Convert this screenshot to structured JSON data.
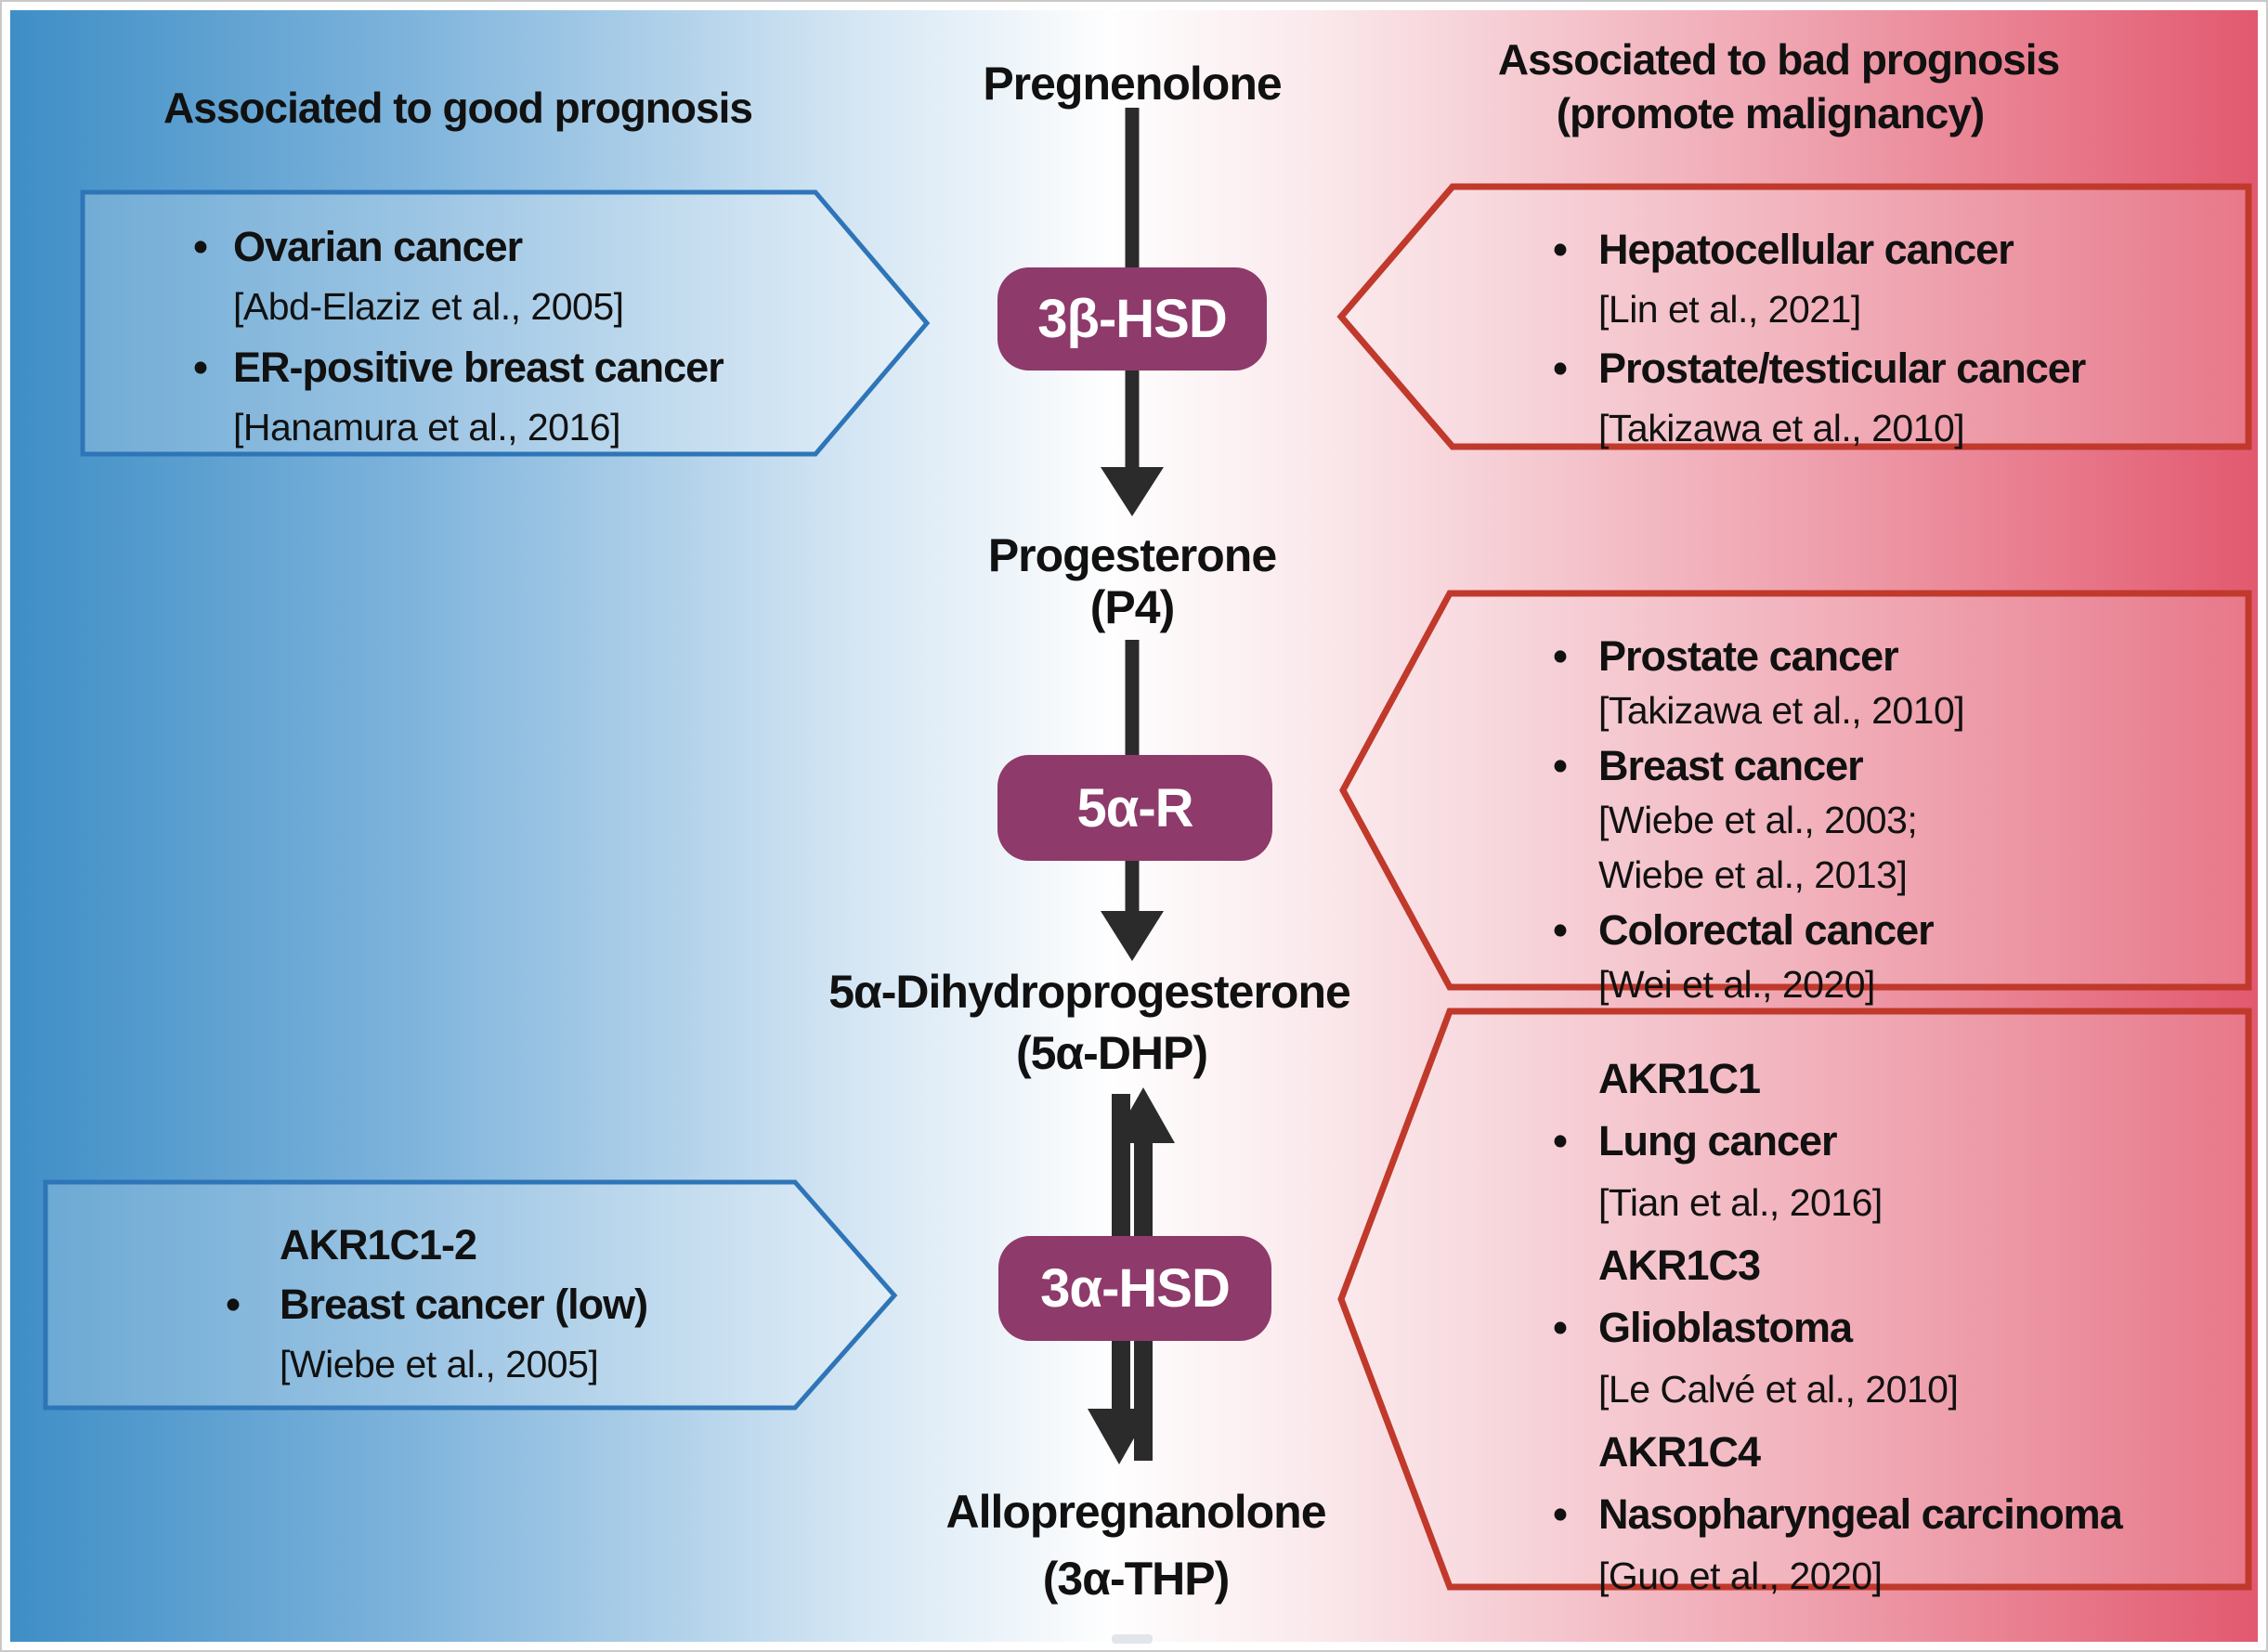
{
  "titles": {
    "left": "Associated to good prognosis",
    "right_line1": "Associated to bad prognosis",
    "right_line2": "(promote malignancy)"
  },
  "pathway": {
    "metabolite1": "Pregnenolone",
    "metabolite2": "Progesterone",
    "metabolite2_sub": "(P4)",
    "metabolite3": "5α-Dihydroprogesterone",
    "metabolite3_sub": "(5α-DHP)",
    "metabolite4": "Allopregnanolone",
    "metabolite4_sub": "(3α-THP)",
    "enzyme1": "3β-HSD",
    "enzyme2": "5α-R",
    "enzyme3": "3α-HSD"
  },
  "boxes": {
    "good1": {
      "items": [
        {
          "bullet": true,
          "bold": true,
          "text": "Ovarian cancer"
        },
        {
          "bullet": false,
          "bold": false,
          "text": "[Abd-Elaziz et al., 2005]"
        },
        {
          "bullet": true,
          "bold": true,
          "text": "ER-positive breast cancer"
        },
        {
          "bullet": false,
          "bold": false,
          "text": "[Hanamura et al., 2016]"
        }
      ]
    },
    "good2": {
      "items": [
        {
          "bullet": false,
          "bold": true,
          "text": "AKR1C1-2"
        },
        {
          "bullet": true,
          "bold": true,
          "text": "Breast cancer (low)"
        },
        {
          "bullet": false,
          "bold": false,
          "text": "[Wiebe et al., 2005]"
        }
      ]
    },
    "bad1": {
      "items": [
        {
          "bullet": true,
          "bold": true,
          "text": "Hepatocellular cancer"
        },
        {
          "bullet": false,
          "bold": false,
          "text": "[Lin et al., 2021]"
        },
        {
          "bullet": true,
          "bold": true,
          "text": "Prostate/testicular cancer"
        },
        {
          "bullet": false,
          "bold": false,
          "text": "[Takizawa et al., 2010]"
        }
      ]
    },
    "bad2": {
      "items": [
        {
          "bullet": true,
          "bold": true,
          "text": "Prostate cancer"
        },
        {
          "bullet": false,
          "bold": false,
          "text": "[Takizawa et al., 2010]"
        },
        {
          "bullet": true,
          "bold": true,
          "text": "Breast cancer"
        },
        {
          "bullet": false,
          "bold": false,
          "text": "[Wiebe et al., 2003;"
        },
        {
          "bullet": false,
          "bold": false,
          "text": "Wiebe et al.,  2013]"
        },
        {
          "bullet": true,
          "bold": true,
          "text": "Colorectal cancer"
        },
        {
          "bullet": false,
          "bold": false,
          "text": "[Wei et al., 2020]"
        }
      ]
    },
    "bad3": {
      "items": [
        {
          "bullet": false,
          "bold": true,
          "text": "AKR1C1"
        },
        {
          "bullet": true,
          "bold": true,
          "text": "Lung cancer"
        },
        {
          "bullet": false,
          "bold": false,
          "text": "[Tian et al., 2016]"
        },
        {
          "bullet": false,
          "bold": true,
          "text": "AKR1C3"
        },
        {
          "bullet": true,
          "bold": true,
          "text": "Glioblastoma"
        },
        {
          "bullet": false,
          "bold": false,
          "text": "[Le Calvé et al., 2010]"
        },
        {
          "bullet": false,
          "bold": true,
          "text": "AKR1C4"
        },
        {
          "bullet": true,
          "bold": true,
          "text": "Nasopharyngeal carcinoma"
        },
        {
          "bullet": false,
          "bold": false,
          "text": "[Guo et al., 2020]"
        }
      ]
    }
  },
  "colors": {
    "gradient_left": "#3E8EC6",
    "gradient_right": "#E2596F",
    "blue_border": "#2E75B8",
    "red_border": "#C0392B",
    "enzyme_badge": "#8E3A6B",
    "arrow": "#2B2B2B",
    "text": "#111111"
  }
}
